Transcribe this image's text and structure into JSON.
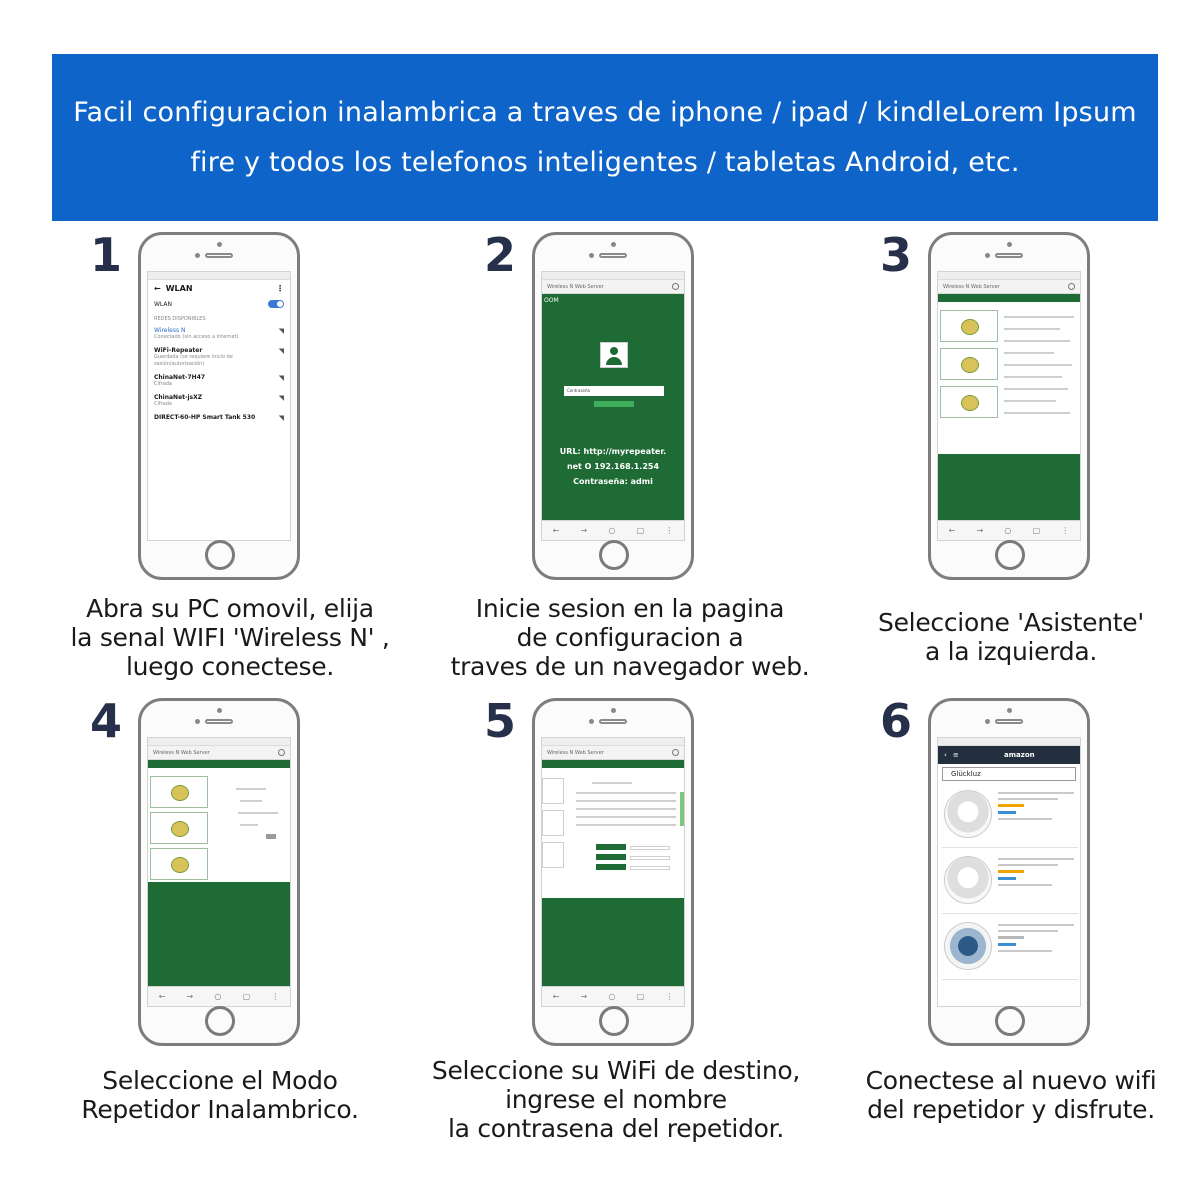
{
  "banner": {
    "line1": "Facil configuracion inalambrica a traves de iphone / ipad / kindleLorem Ipsum",
    "line2": "fire y todos los telefonos inteligentes / tabletas Android, etc."
  },
  "steps": [
    {
      "number": "1",
      "caption": [
        "Abra su PC omovil, elija",
        "la senal WIFI 'Wireless N' ,",
        "luego conectese."
      ],
      "screen": {
        "title": "WLAN",
        "wlan_label": "WLAN",
        "section": "REDES DISPONIBLES",
        "networks": [
          {
            "name": "Wireless N",
            "status": "Conectado (sin acceso a Internet)"
          },
          {
            "name": "WiFi-Repeater",
            "status": "Guardada (se requiere inicio de sesión/autorización)"
          },
          {
            "name": "ChinaNet-7H47",
            "status": "Cifrada"
          },
          {
            "name": "ChinaNet-jsXZ",
            "status": "Cifrada"
          },
          {
            "name": "DIRECT-60-HP Smart Tank 530",
            "status": ""
          }
        ]
      }
    },
    {
      "number": "2",
      "caption": [
        "Inicie sesion en la pagina",
        "de configuracion a",
        "traves de un navegador web."
      ],
      "screen": {
        "browser_title": "Wireless N Web Server",
        "corner": "OOM",
        "login_label": "Contraseña",
        "info_lines": [
          "URL: http://myrepeater.",
          "net O 192.168.1.254",
          "Contraseña: admi"
        ]
      }
    },
    {
      "number": "3",
      "caption": [
        "Seleccione 'Asistente'",
        "a la izquierda."
      ],
      "screen": {
        "browser_title": "Wireless N Web Server"
      }
    },
    {
      "number": "4",
      "caption": [
        "Seleccione el Modo",
        "Repetidor Inalambrico."
      ],
      "screen": {
        "browser_title": "Wireless N Web Server"
      }
    },
    {
      "number": "5",
      "caption": [
        "Seleccione su WiFi de destino,",
        "ingrese el nombre",
        "la contrasena del repetidor."
      ],
      "screen": {
        "browser_title": "Wireless N Web Server"
      }
    },
    {
      "number": "6",
      "caption": [
        "Conectese al nuevo wifi",
        "del repetidor y disfrute."
      ],
      "screen": {
        "store_logo": "amazon",
        "search_text": "Glückluz"
      }
    }
  ],
  "icons": {
    "back": "back-arrow-icon",
    "menu": "more-menu-icon",
    "wifi": "wifi-signal-icon",
    "user": "user-avatar-icon",
    "reload": "reload-icon",
    "home": "home-button-icon"
  }
}
